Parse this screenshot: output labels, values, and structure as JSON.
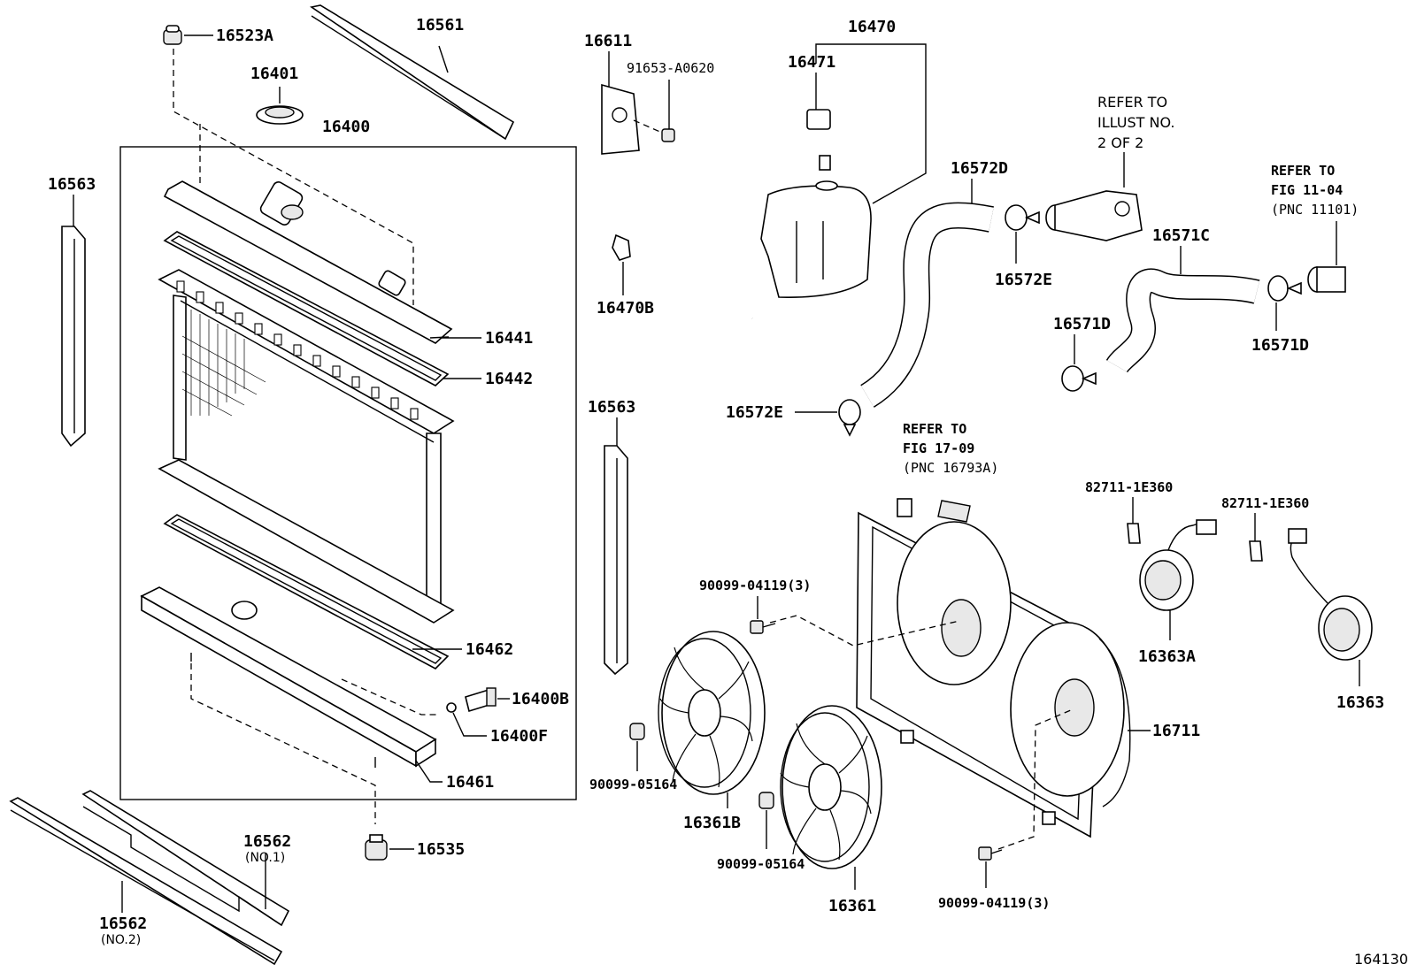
{
  "diagram": {
    "labels": {
      "p16523A": "16523A",
      "p16561": "16561",
      "p16401": "16401",
      "p16400": "16400",
      "p16563_left": "16563",
      "p16441": "16441",
      "p16442": "16442",
      "p16462": "16462",
      "p16400B": "16400B",
      "p16400F": "16400F",
      "p16461": "16461",
      "p16535": "16535",
      "p16562_a": "16562",
      "p16562_a_sub": "(NO.1)",
      "p16562_b": "16562",
      "p16562_b_sub": "(NO.2)",
      "p16611": "16611",
      "p91653": "91653-A0620",
      "p16470": "16470",
      "p16471": "16471",
      "p16470B": "16470B",
      "p16563_right": "16563",
      "p16572D": "16572D",
      "p16572E_top": "16572E",
      "p16572E_bottom": "16572E",
      "p16571C": "16571C",
      "p16571D_left": "16571D",
      "p16571D_right": "16571D",
      "p90099_04119_a": "90099-04119(3)",
      "p90099_05164_a": "90099-05164",
      "p16361B": "16361B",
      "p90099_05164_b": "90099-05164",
      "p16361": "16361",
      "p90099_04119_b": "90099-04119(3)",
      "p16711": "16711",
      "p82711_a": "82711-1E360",
      "p82711_b": "82711-1E360",
      "p16363A": "16363A",
      "p16363": "16363"
    },
    "notes": {
      "illust_line1": "REFER TO",
      "illust_line2": "ILLUST NO.",
      "illust_line3": "2 OF 2",
      "fig1104_line1": "REFER TO",
      "fig1104_line2": "FIG 11-04",
      "fig1104_line3": "(PNC 11101)",
      "fig1709_line1": "REFER TO",
      "fig1709_line2": "FIG 17-09",
      "fig1709_line3": "(PNC 16793A)"
    },
    "figure_number": "164130"
  }
}
